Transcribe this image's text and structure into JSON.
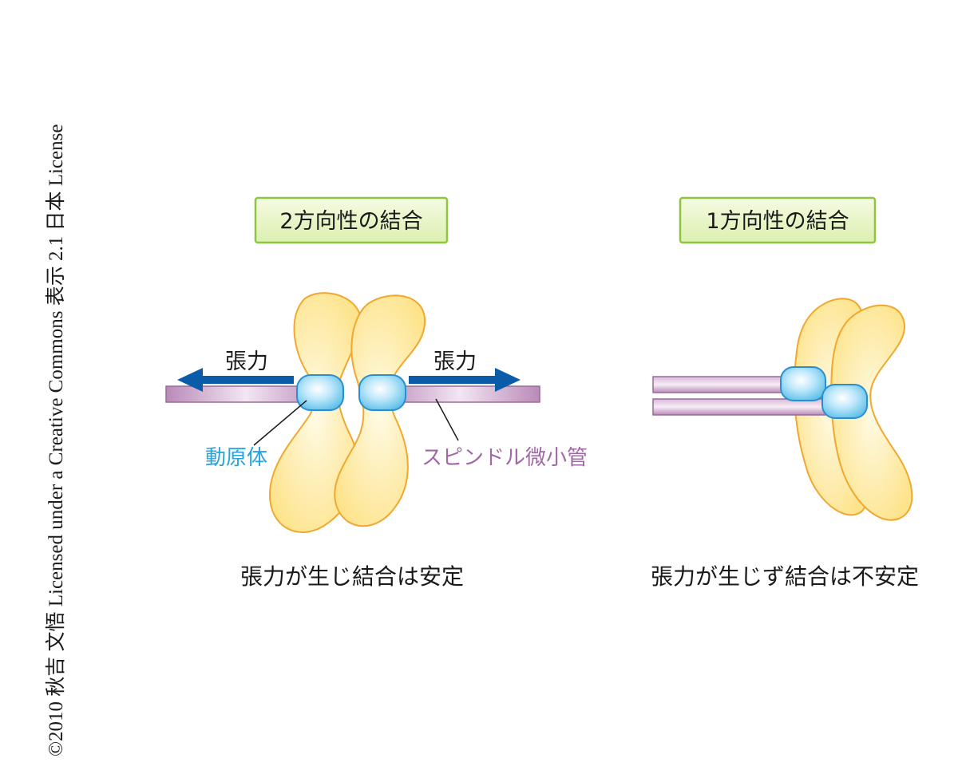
{
  "copyright": "©2010 秋吉 文悟 Licensed under a Creative Commons 表示 2.1 日本 License",
  "left_panel": {
    "title": "2方向性の結合",
    "tension_left": "張力",
    "tension_right": "張力",
    "kinetochore_label": "動原体",
    "microtubule_label": "スピンドル微小管",
    "caption": "張力が生じ結合は安定"
  },
  "right_panel": {
    "title": "1方向性の結合",
    "caption": "張力が生じず結合は不安定"
  },
  "colors": {
    "title_box_fill": "#eaf5c8",
    "title_box_stroke": "#8cc63f",
    "chromosome_fill": "#fde38a",
    "chromosome_stroke": "#f0a830",
    "microtubule": "#b98ab8",
    "kinetochore_fill": "#8fd3f4",
    "kinetochore_stroke": "#2a8fd0",
    "arrow": "#0a5ca8",
    "kinetochore_text": "#29a3dc",
    "microtubule_text": "#a267a6"
  }
}
